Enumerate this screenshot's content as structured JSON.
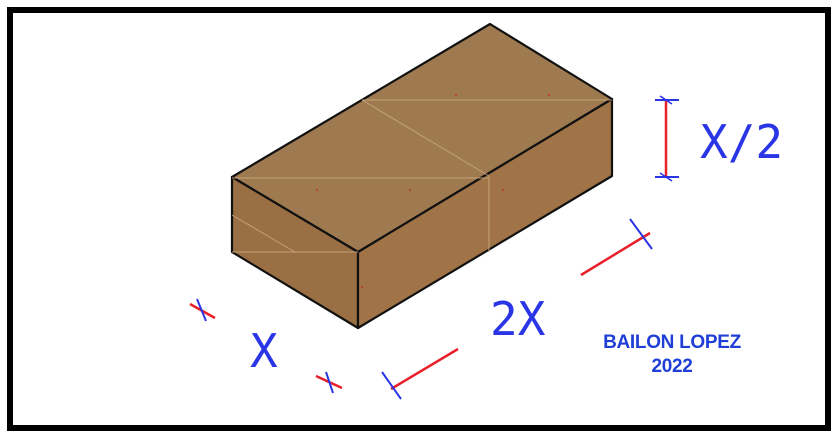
{
  "dimensions": {
    "height_label": "X/2",
    "length_label": "2X",
    "width_label": "X"
  },
  "credit": {
    "author": "BAILON LOPEZ",
    "year": "2022"
  },
  "colors": {
    "brick_top": "#9f7a51",
    "brick_front": "#9a6f44",
    "brick_side": "#a07447",
    "edge": "#111111",
    "dimension_line": "#e8202a",
    "dimension_text": "#2a35e6",
    "credit_text": "#1f3fd6",
    "frame": "#000000"
  }
}
